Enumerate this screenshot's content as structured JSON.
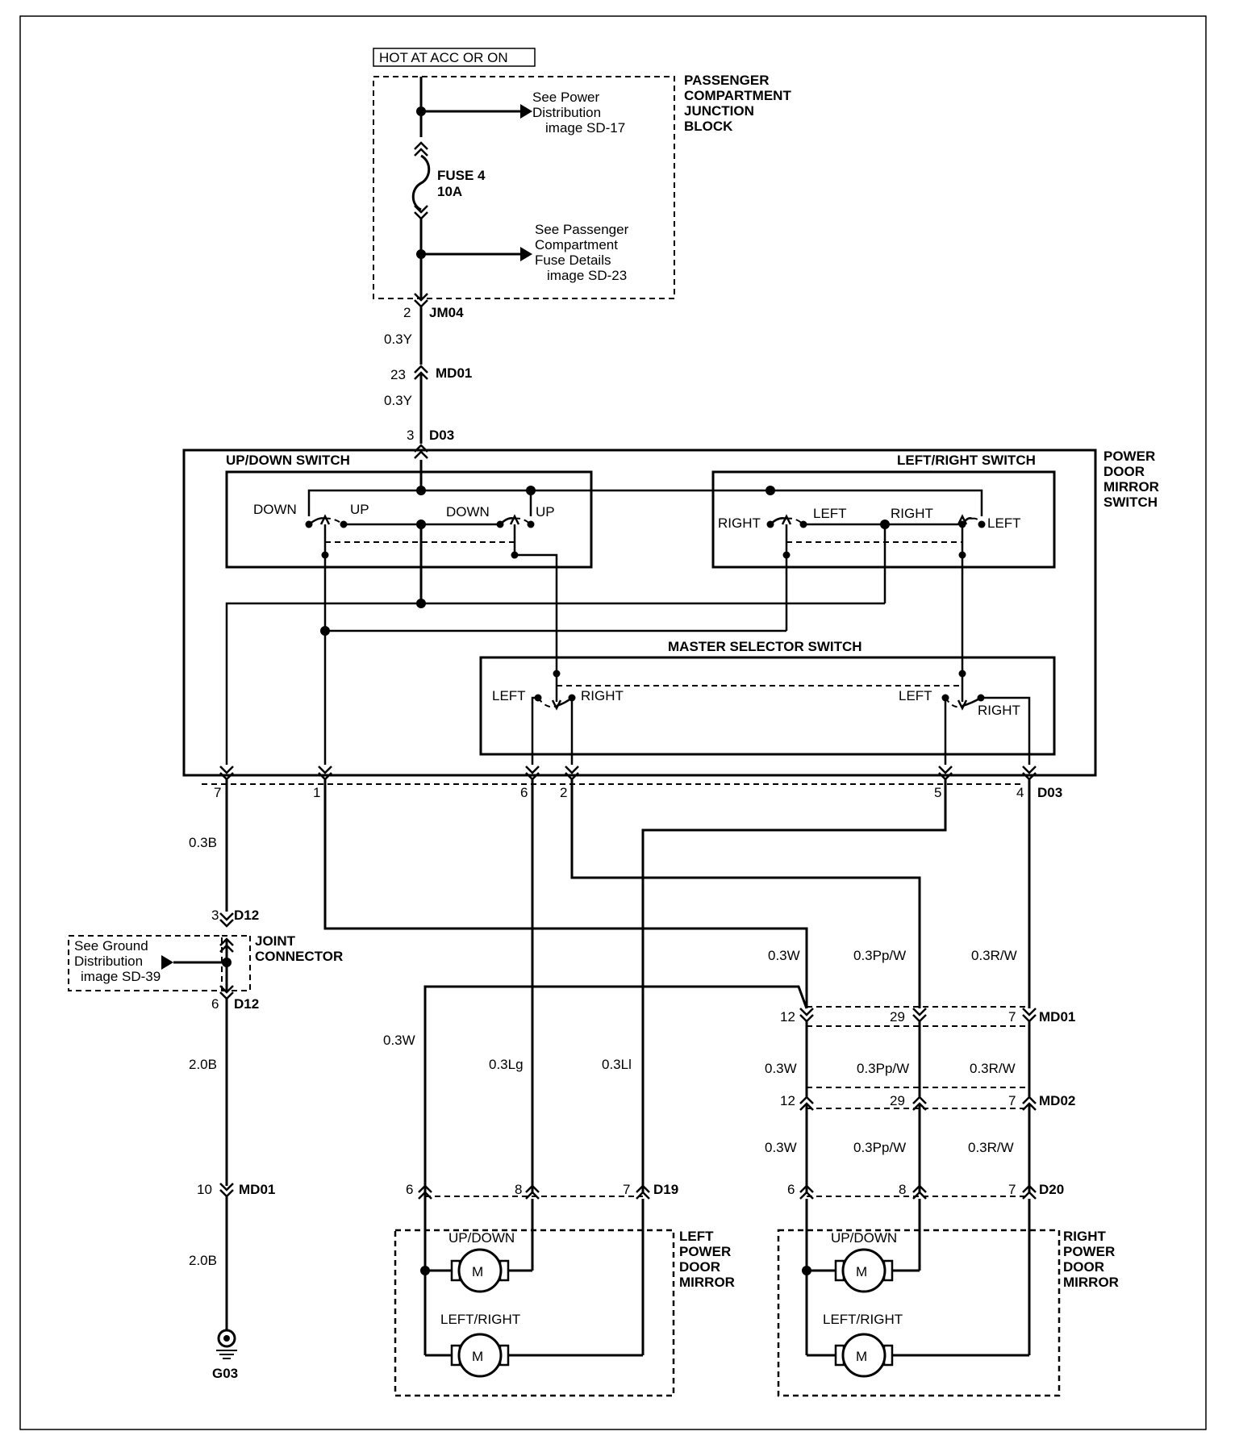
{
  "power": {
    "hot_label": "HOT AT ACC OR ON",
    "junction_block": [
      "PASSENGER",
      "COMPARTMENT",
      "JUNCTION",
      "BLOCK"
    ],
    "see_power": [
      "See Power",
      "Distribution",
      "image SD-17"
    ],
    "fuse": [
      "FUSE 4",
      "10A"
    ],
    "see_fuse": [
      "See Passenger",
      "Compartment",
      "Fuse Details",
      "image SD-23"
    ]
  },
  "feed": {
    "jm04_pin": "2",
    "jm04": "JM04",
    "wire1": "0.3Y",
    "md01_pin": "23",
    "md01": "MD01",
    "wire2": "0.3Y",
    "d03_pin": "3",
    "d03": "D03"
  },
  "switch": {
    "title": [
      "POWER",
      "DOOR",
      "MIRROR",
      "SWITCH"
    ],
    "updown_title": "UP/DOWN SWITCH",
    "leftright_title": "LEFT/RIGHT SWITCH",
    "master_title": "MASTER SELECTOR SWITCH",
    "ud_labels": {
      "down1": "DOWN",
      "up1": "UP",
      "down2": "DOWN",
      "up2": "UP"
    },
    "lr_labels": {
      "right1": "RIGHT",
      "left1": "LEFT",
      "right2": "RIGHT",
      "left2": "LEFT"
    },
    "ms_labels": {
      "left1": "LEFT",
      "right1": "RIGHT",
      "left2": "LEFT",
      "right2": "RIGHT"
    },
    "pins": {
      "p7": "7",
      "p1": "1",
      "p6": "6",
      "p2": "2",
      "p5": "5",
      "p4": "4",
      "conn": "D03"
    }
  },
  "ground": {
    "wire1": "0.3B",
    "d12_top_pin": "3",
    "d12_top": "D12",
    "joint": [
      "JOINT",
      "CONNECTOR"
    ],
    "see_ground": [
      "See Ground",
      "Distribution",
      "image  SD-39"
    ],
    "d12_bot_pin": "6",
    "d12_bot": "D12",
    "wire2": "2.0B",
    "md01_pin": "10",
    "md01": "MD01",
    "wire3": "2.0B",
    "g03": "G03"
  },
  "left_mirror": {
    "title": [
      "LEFT",
      "POWER",
      "DOOR",
      "MIRROR"
    ],
    "wire_w": "0.3W",
    "wire_lg": "0.3Lg",
    "wire_ll": "0.3Ll",
    "pin6": "6",
    "pin8": "8",
    "pin7": "7",
    "conn": "D19",
    "updown": "UP/DOWN",
    "leftright": "LEFT/RIGHT",
    "motor": "M"
  },
  "right_mirror": {
    "title": [
      "RIGHT",
      "POWER",
      "DOOR",
      "MIRROR"
    ],
    "wire_top": {
      "w": "0.3W",
      "pp": "0.3Pp/W",
      "r": "0.3R/W"
    },
    "md01": {
      "p12": "12",
      "p29": "29",
      "p7": "7",
      "conn": "MD01"
    },
    "wire_mid": {
      "w": "0.3W",
      "pp": "0.3Pp/W",
      "r": "0.3R/W"
    },
    "md02": {
      "p12": "12",
      "p29": "29",
      "p7": "7",
      "conn": "MD02"
    },
    "wire_bot": {
      "w": "0.3W",
      "pp": "0.3Pp/W",
      "r": "0.3R/W"
    },
    "d20": {
      "p6": "6",
      "p8": "8",
      "p7": "7",
      "conn": "D20"
    },
    "updown": "UP/DOWN",
    "leftright": "LEFT/RIGHT",
    "motor": "M"
  }
}
